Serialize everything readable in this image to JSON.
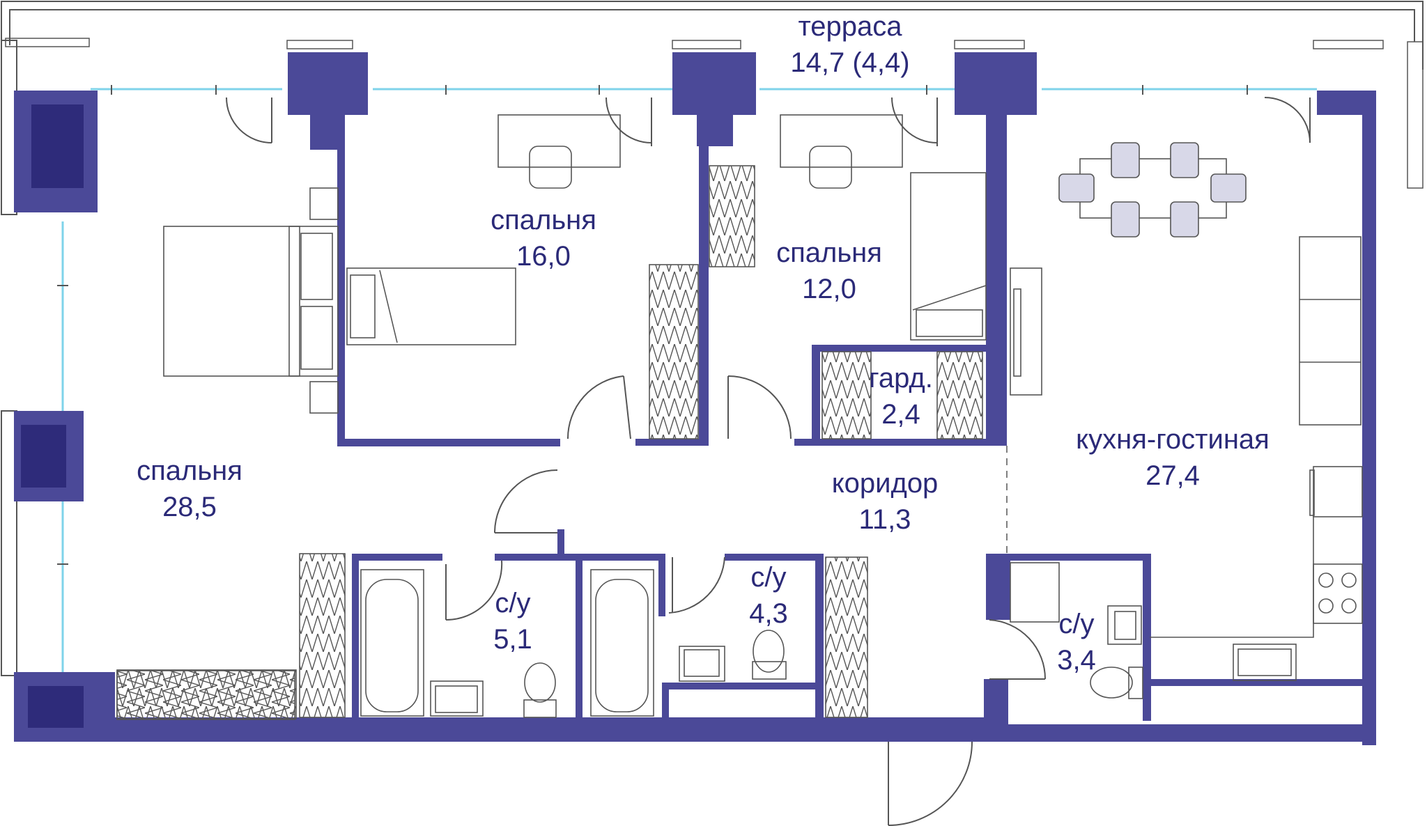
{
  "colors": {
    "wall": "#4b4998",
    "wall_dark": "#2e2b7a",
    "line": "#555555",
    "glass": "#7fd3ea",
    "label": "#2b2a78"
  },
  "rooms": {
    "terrace": {
      "name": "терраса",
      "area": "14,7 (4,4)"
    },
    "bedroom_big": {
      "name": "спальня",
      "area": "28,5"
    },
    "bedroom_16": {
      "name": "спальня",
      "area": "16,0"
    },
    "bedroom_12": {
      "name": "спальня",
      "area": "12,0"
    },
    "wardrobe": {
      "name": "гард.",
      "area": "2,4"
    },
    "corridor": {
      "name": "коридор",
      "area": "11,3"
    },
    "kitchen": {
      "name": "кухня-гостиная",
      "area": "27,4"
    },
    "bath_51": {
      "name": "с/у",
      "area": "5,1"
    },
    "bath_43": {
      "name": "с/у",
      "area": "4,3"
    },
    "bath_34": {
      "name": "с/у",
      "area": "3,4"
    }
  }
}
